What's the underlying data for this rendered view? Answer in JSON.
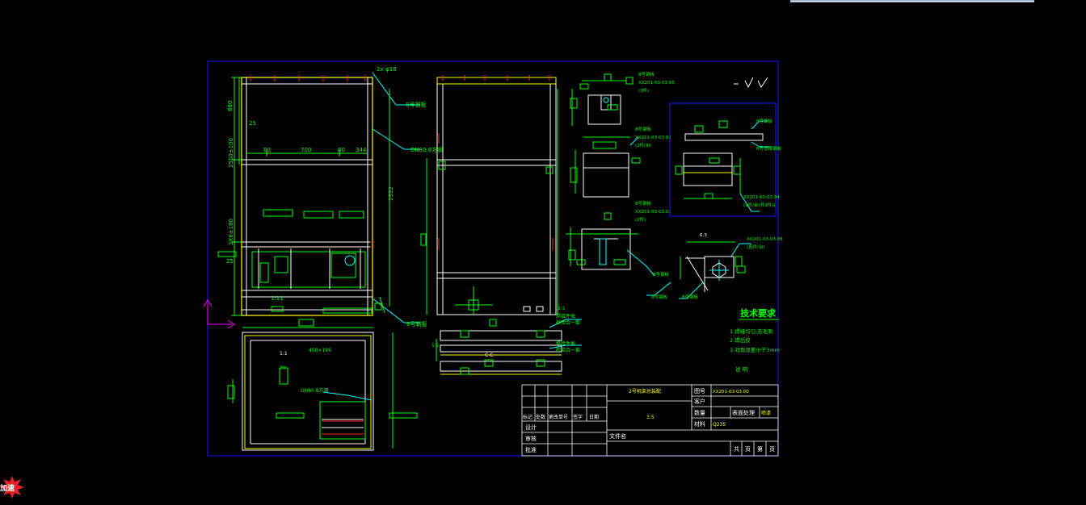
{
  "colors": {
    "background": "#000000",
    "frame": "#1a1aff",
    "line": "#ffffff",
    "dim": "#00ff00",
    "leader": "#00ffff",
    "accent": "#ffff00",
    "red": "#ff2020",
    "magenta": "#ff00ff"
  },
  "top_widget": {
    "icon": "window-strip"
  },
  "badge": {
    "label": "加速",
    "icon": "starburst-badge-icon"
  },
  "drawing": {
    "frame_top_label": "2x-φ18",
    "front_view": {
      "dims": [
        "880",
        "25",
        "2550±100",
        "80",
        "700",
        "80",
        "344",
        "2X6±100",
        "25",
        "1:11"
      ],
      "leaders": [
        "8号钢板",
        "DN80.8方钢",
        "8号钢板"
      ],
      "right_dim": "2532"
    },
    "side_view": {
      "label": "2:1"
    },
    "top_view": {
      "label": "1:1",
      "dims": [
        "450×196",
        "70"
      ],
      "leader": "DN80.8方钢"
    },
    "bottom_assembly": {
      "label": "C-C",
      "notes": [
        "焊接件每",
        "检验合一套",
        "焊接件每",
        "检验合一套"
      ],
      "dim": "1:1"
    },
    "details": [
      {
        "lines": [
          "8号钢板",
          "XX201-03-03.03",
          "(3件)"
        ]
      },
      {
        "lines": [
          "8号钢板",
          "XX201-03-03.02",
          "(2件/台)"
        ]
      },
      {
        "lines": [
          "8号钢板",
          "XX201-03-03.01",
          "(2件)"
        ]
      },
      {
        "lines": [
          "XX201-03-03.05",
          "(各件/台)"
        ]
      }
    ],
    "inset": {
      "lines": [
        "8号钢板",
        "8号焊接钢板",
        "XX201-03-03.04",
        "(1件/台(共3件))"
      ]
    },
    "detail_leaders": [
      "8号钢板",
      "8号钢板",
      "8号钢板"
    ],
    "scale_note": "6.3",
    "tech_requirements": {
      "title": "技术要求",
      "items": [
        "1.焊缝均匀,去毛刺",
        "2.焊后校",
        "3.对角误差小于3mm"
      ],
      "footer": "说  明"
    },
    "title_block": {
      "drawing_name": "2号机架总装配",
      "part_no": "XX201-03-03.00",
      "ratio": "1:5",
      "fields": [
        "图号",
        "客户",
        "数量",
        "表面处理",
        "材料",
        "文件名"
      ],
      "material": "Q235",
      "finish": "喷漆",
      "rev_headers": [
        "标记",
        "处数",
        "更改单号",
        "签字",
        "日期"
      ],
      "roles": [
        "设计",
        "审核",
        "批准"
      ],
      "sheet": [
        "共",
        "页",
        "第",
        "页"
      ]
    }
  }
}
